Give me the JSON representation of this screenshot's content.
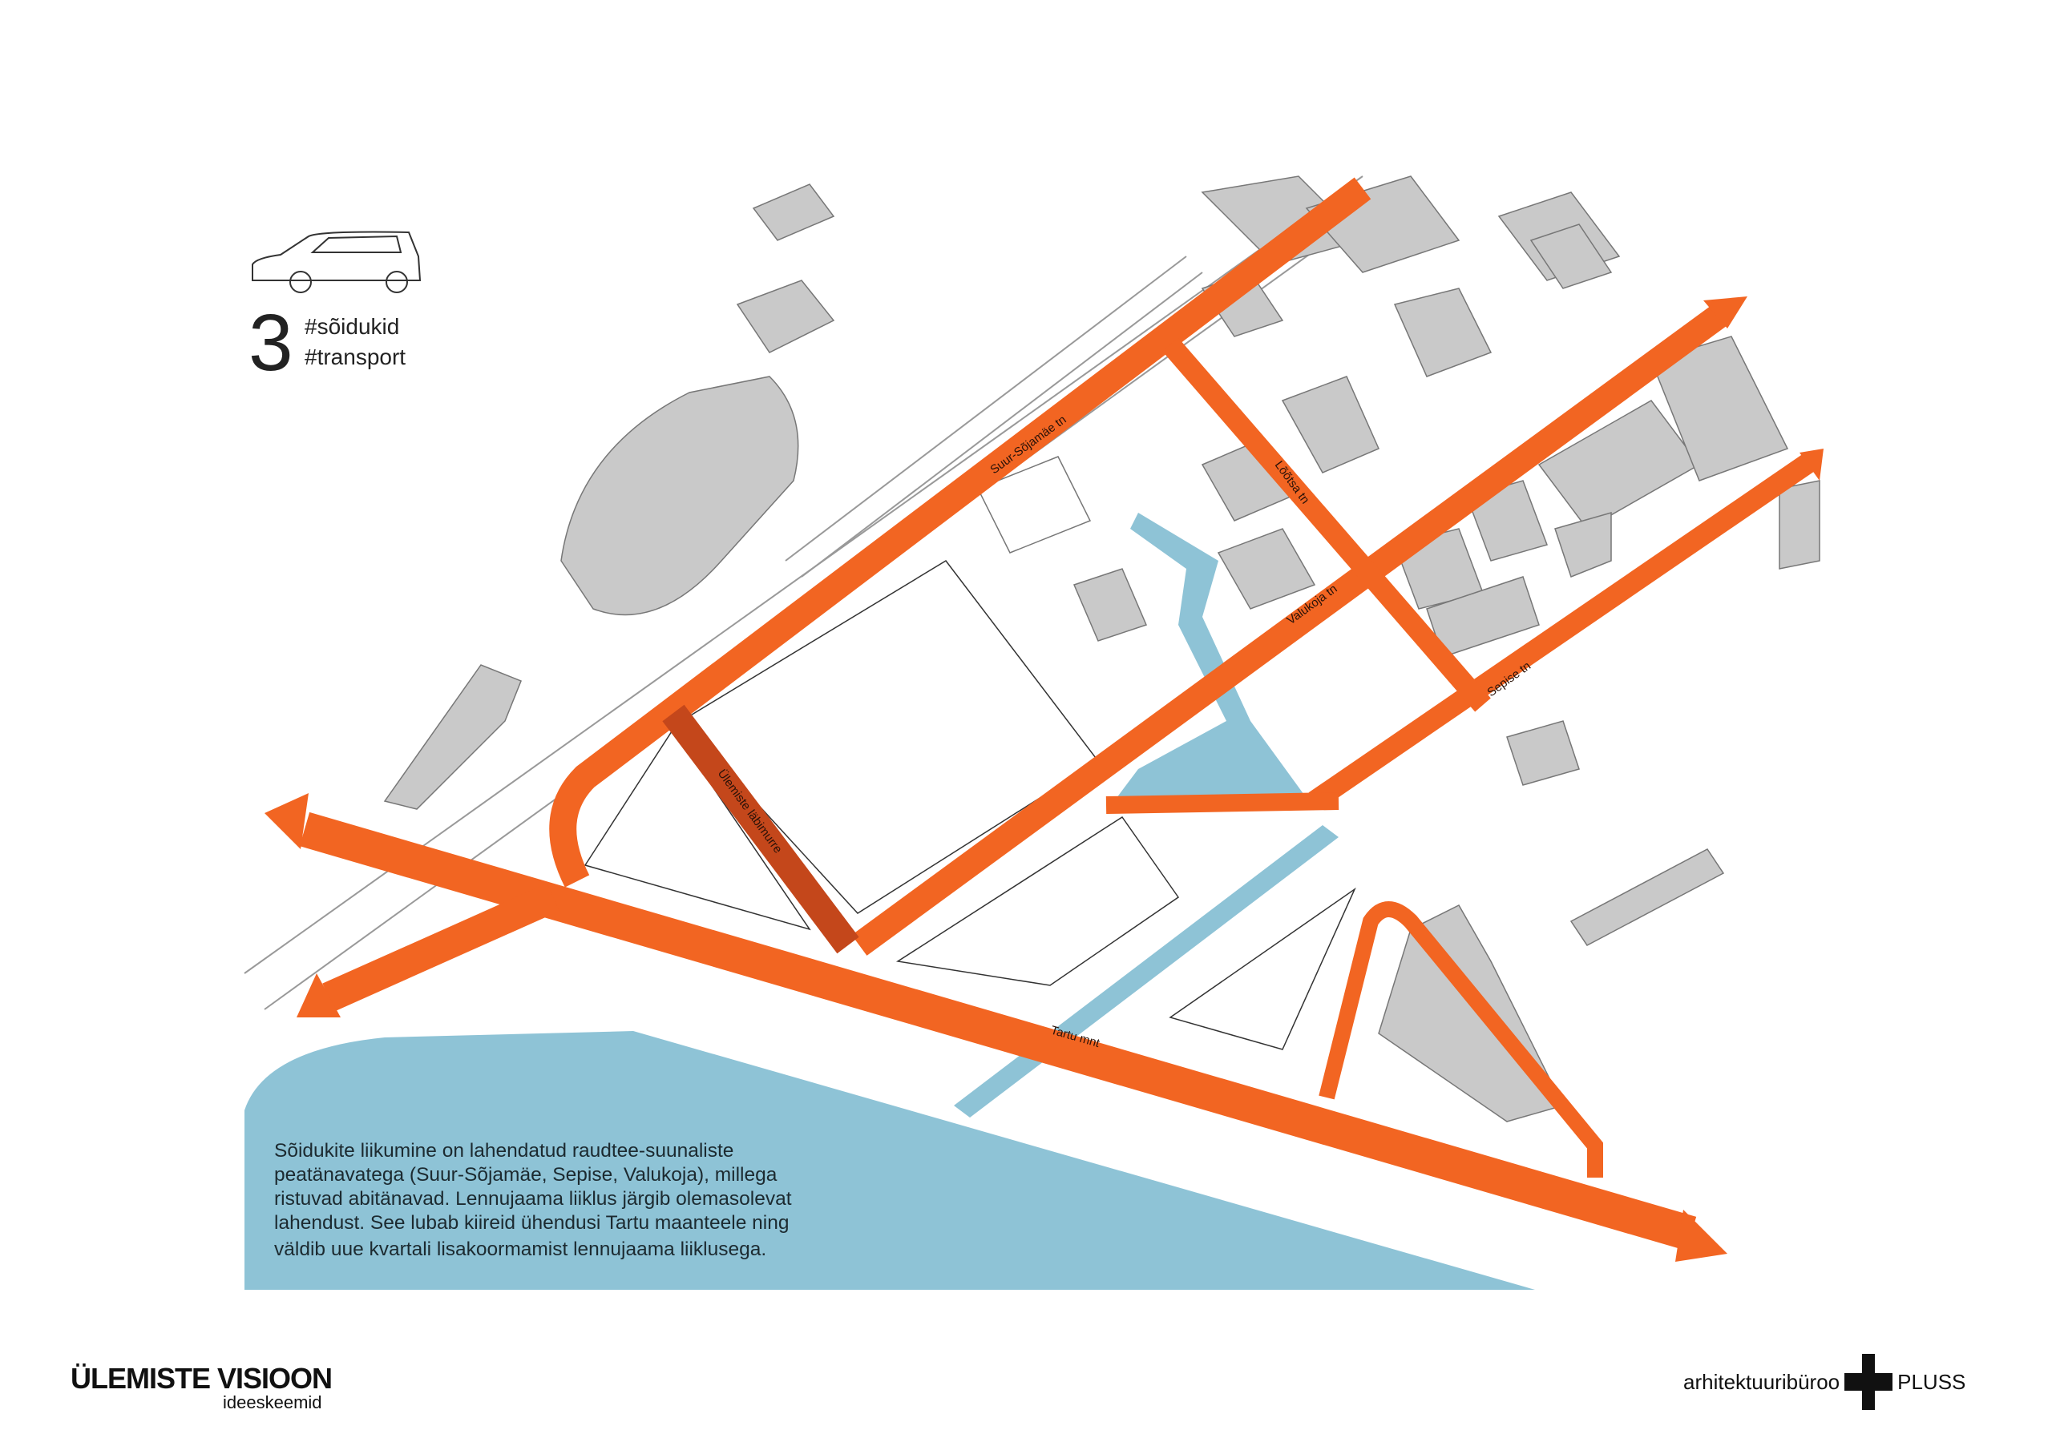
{
  "header": {
    "number": "3",
    "tags": [
      "#sõidukid",
      "#transport"
    ],
    "icon": "car-icon"
  },
  "streets": {
    "suur_sojamae": "Suur-Sõjamäe tn",
    "lootsa": "Lõõtsa tn",
    "valukoja": "Valukoja tn",
    "sepise": "Sepise tn",
    "labimurre": "Ülemiste läbimurre",
    "tartu": "Tartu mnt"
  },
  "description": [
    "Sõidukite liikumine on lahendatud raudtee-suunaliste",
    "peatänavatega (Suur-Sõjamäe, Sepise, Valukoja), millega",
    "ristuvad abitänavad. Lennujaama liiklus järgib olemasolevat",
    "lahendust. See lubab kiireid ühendusi Tartu maanteele ning",
    "väldib uue kvartali lisakoormamist lennujaama liiklusega."
  ],
  "footer": {
    "title": "ÜLEMISTE VISIOON",
    "subtitle": "ideeskeemid",
    "brand_left": "arhitektuuribüroo",
    "brand_right": "PLUSS"
  },
  "colors": {
    "road": "#F26522",
    "road_dark": "#C4471B",
    "water": "#8EC3D6",
    "building": "#C9C9C9"
  }
}
